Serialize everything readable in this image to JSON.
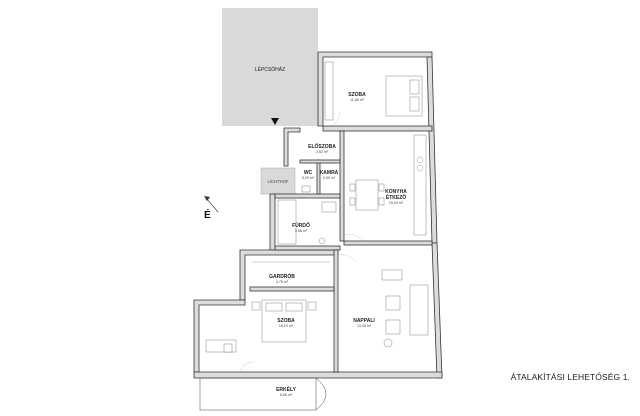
{
  "plan": {
    "staircase": "LÉPCSŐHÁZ",
    "lightwell": "LICHTHOF",
    "compass": "É",
    "caption": "ÁTALAKÍTÁSI LEHETŐSÉG 1."
  },
  "rooms": {
    "szoba_top": {
      "name": "SZOBA",
      "area": "11,66 m²"
    },
    "eloszoba": {
      "name": "ELŐSZOBA",
      "area": "2,52 m²"
    },
    "wc": {
      "name": "WC",
      "area": "0,93 m²"
    },
    "kamra": {
      "name": "KAMRA",
      "area": "0,90 m²"
    },
    "konyha": {
      "name": "KONYHA\nÉTKEZŐ",
      "name_line1": "KONYHA",
      "name_line2": "ÉTKEZŐ",
      "area": "15,29 m²"
    },
    "furdo": {
      "name": "FÜRDŐ",
      "area": "3,56 m²"
    },
    "gardrob": {
      "name": "GARDRÓB",
      "area": "4,76 m²"
    },
    "szoba_bottom": {
      "name": "SZOBA",
      "area": "16,10 m²"
    },
    "nappali": {
      "name": "NAPPALI",
      "area": "13,30 m²"
    },
    "erkely": {
      "name": "ERKÉLY",
      "area": "6,66 m²"
    }
  },
  "colors": {
    "wall_fill": "#dcdcdc",
    "staircase_fill": "#d9d9d9",
    "lightwell_fill": "#d9d9d9",
    "line": "#444444"
  }
}
